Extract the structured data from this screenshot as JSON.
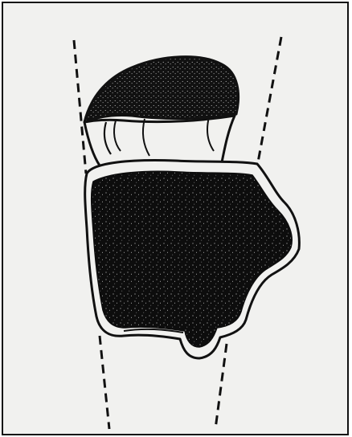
{
  "figure": {
    "subject": "bone-cross-section-illustration",
    "colors": {
      "background": "#f1f1ef",
      "border": "#111111",
      "solid_fill": "#0d0d0d",
      "outline": "#111111",
      "speckle": "#ffffff"
    },
    "icons": {
      "upper_cap": "stippled-cap-shape",
      "neck": "ridged-neck-shape",
      "main_body": "large-dark-body-shape",
      "guides": "dashed-guide-lines"
    }
  }
}
